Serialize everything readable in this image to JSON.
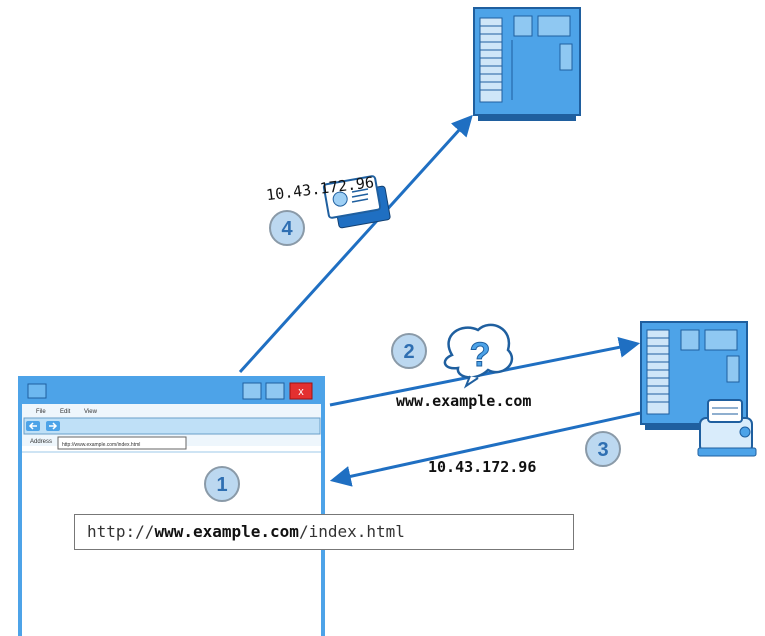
{
  "steps": [
    "1",
    "2",
    "3",
    "4"
  ],
  "labels": {
    "domain_query": "www.example.com",
    "ip_reply": "10.43.172.96",
    "ip_on_packet": "10.43.172.96"
  },
  "browser": {
    "menu": [
      "File",
      "Edit",
      "View"
    ],
    "address_label": "Address",
    "address_value": "http://www.example.com/index.html",
    "close_glyph": "x"
  },
  "url": {
    "scheme": "http://",
    "host": "www.example.com",
    "path": "/index.html"
  },
  "icons": [
    "web-server-icon",
    "dns-server-icon",
    "printer-icon",
    "question-bubble-icon",
    "envelope-icon",
    "arrow-icon"
  ],
  "colors": {
    "server_blue": "#4da3e8",
    "arrow_blue": "#1f6fc2",
    "step_circle": "#bcd8f0",
    "close_red": "#e33030"
  }
}
